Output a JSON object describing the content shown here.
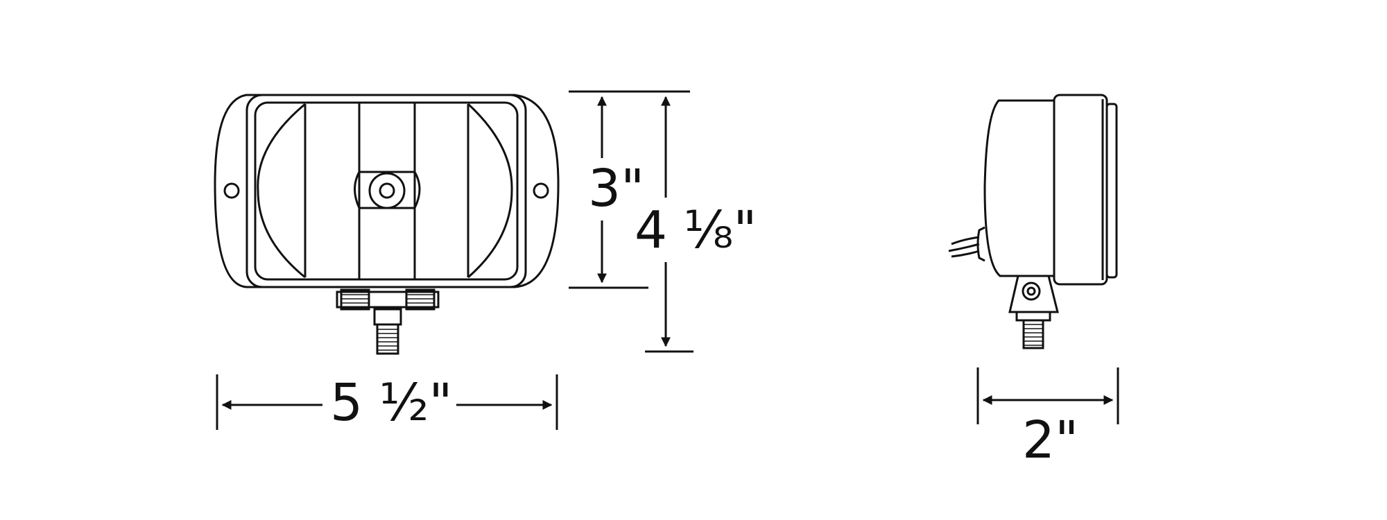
{
  "colors": {
    "line": "#111111",
    "background": "#ffffff"
  },
  "dimensions": {
    "front_height": "3\"",
    "total_height": "4 ⅛\"",
    "front_width": "5 ½\"",
    "side_depth": "2\""
  },
  "icons": [
    "arrow-up-icon",
    "arrow-down-icon",
    "arrow-left-icon",
    "arrow-right-icon"
  ]
}
